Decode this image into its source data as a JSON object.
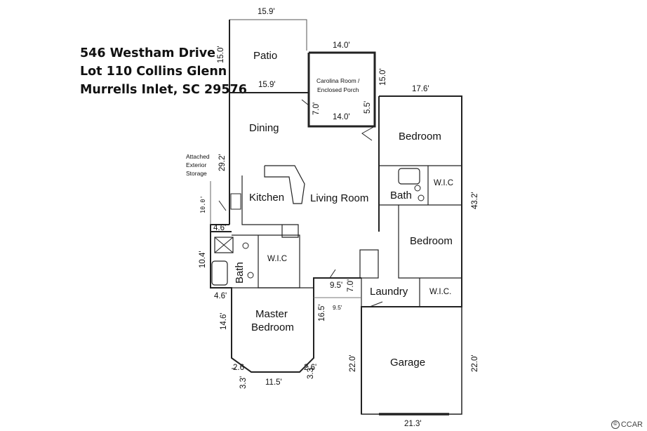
{
  "address": {
    "line1": "546 Westham Drive",
    "line2": "Lot 110 Collins Glenn",
    "line3": "Murrells Inlet, SC 29576"
  },
  "rooms": {
    "patio": "Patio",
    "carolina_line1": "Carolina Room /",
    "carolina_line2": "Enclosed Porch",
    "dining": "Dining",
    "kitchen": "Kitchen",
    "living_room": "Living Room",
    "bedroom1": "Bedroom",
    "bedroom2": "Bedroom",
    "bath_right": "Bath",
    "bath_left": "Bath",
    "wic_right_top": "W.I.C",
    "wic_right_bottom": "W.I.C.",
    "wic_left": "W.I.C",
    "laundry": "Laundry",
    "master_line1": "Master",
    "master_line2": "Bedroom",
    "garage": "Garage",
    "storage_line1": "Attached",
    "storage_line2": "Exterior",
    "storage_line3": "Storage"
  },
  "dimensions": {
    "patio_top": "15.9'",
    "patio_side": "15.0'",
    "patio_bottom": "15.9'",
    "porch_top": "14.0'",
    "porch_right": "15.0'",
    "porch_left": "7.0'",
    "porch_bottom": "14.0'",
    "porch_inner": "5.5'",
    "bedroom_top": "17.6'",
    "right_side": "43.2'",
    "dining_side": "29.2'",
    "storage_side": "10.0'",
    "storage_width": "4.6'",
    "bath_side": "10.4'",
    "bath_width": "4.6'",
    "laundry_top": "9.5'",
    "laundry_side": "7.0'",
    "hall_width": "9.5'",
    "hall_side": "16.5'",
    "master_side": "14.6'",
    "corner_left": "2.6",
    "corner_right": "2.6'",
    "bay_left": "3.3'",
    "bay_right": "3.3'",
    "bay_bottom": "11.5'",
    "garage_left": "22.0'",
    "garage_right": "22.0'",
    "garage_bottom": "21.3'"
  },
  "watermark": {
    "icon": "cc-icon",
    "text": "CCAR"
  }
}
